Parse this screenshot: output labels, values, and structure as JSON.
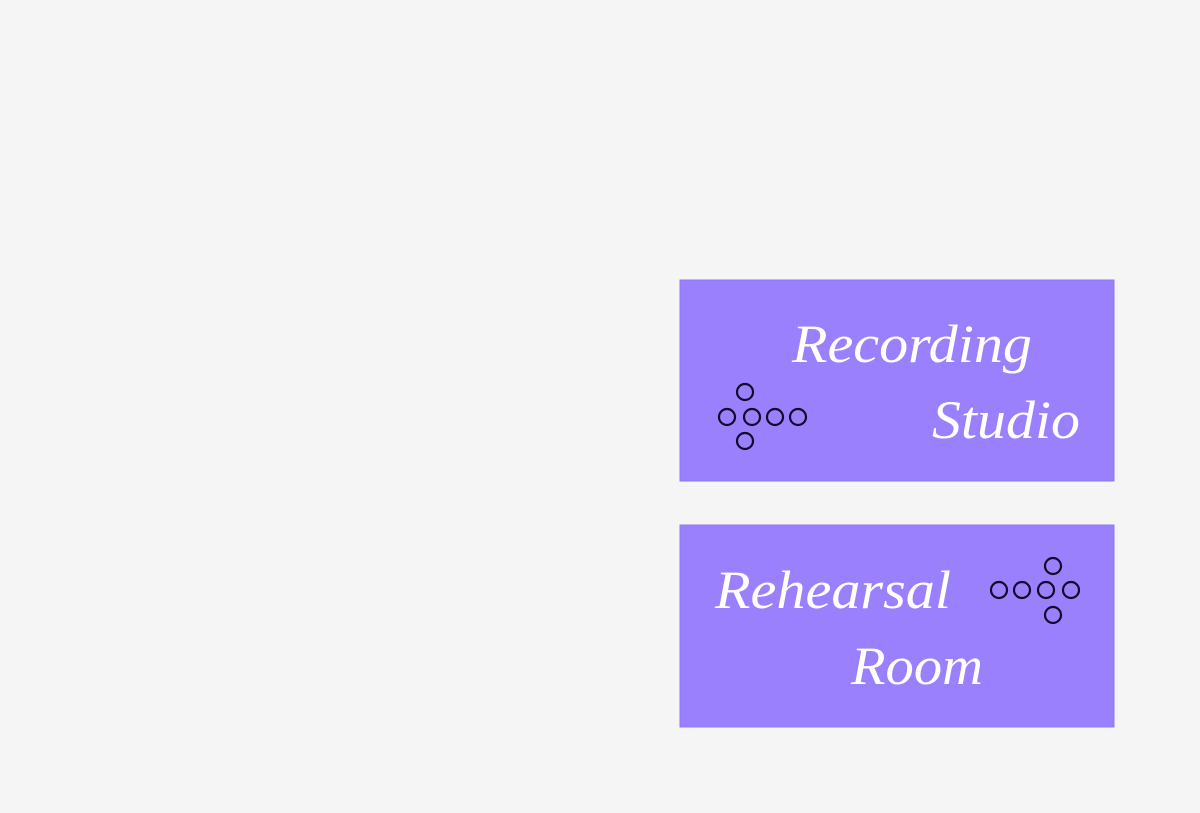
{
  "colors": {
    "background": "#f5f5f5",
    "sign": "#9a80fd",
    "text": "#ffffff",
    "arrow": "#120a2a"
  },
  "signs": [
    {
      "line1": "Recording",
      "line2": "Studio",
      "arrow_icon": "arrow-left-dots-icon"
    },
    {
      "line1": "Rehearsal",
      "line2": "Room",
      "arrow_icon": "arrow-right-dots-icon"
    }
  ]
}
